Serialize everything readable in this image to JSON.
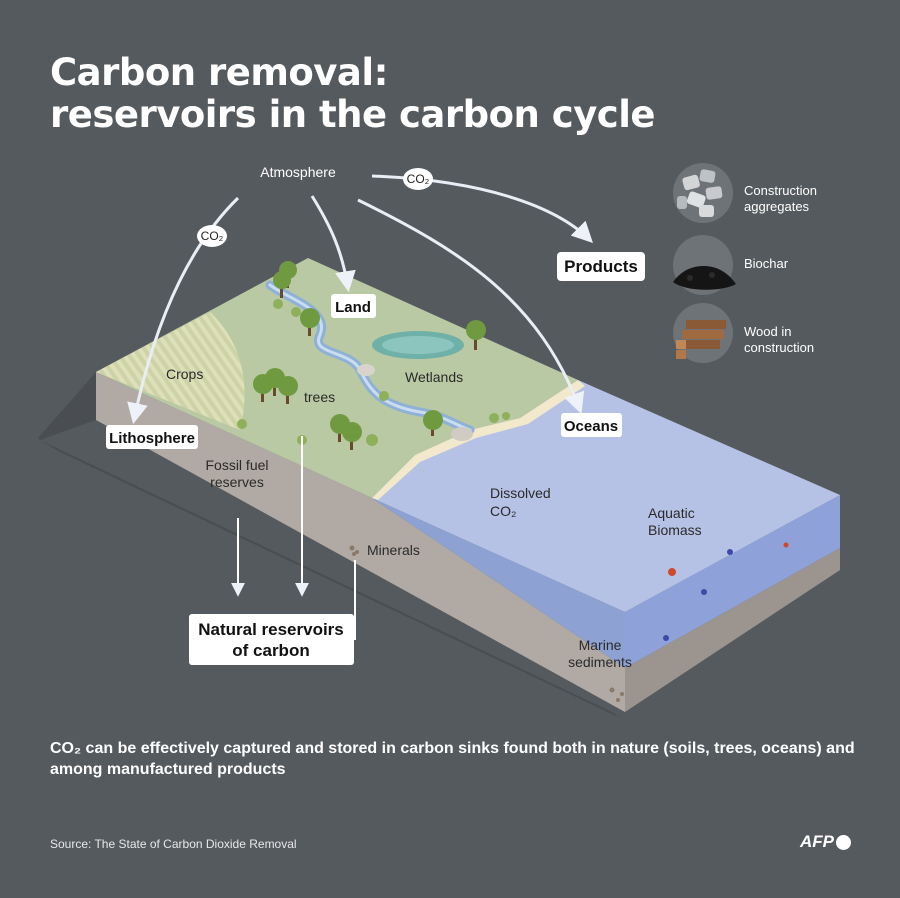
{
  "title": {
    "line1": "Carbon removal:",
    "line2": "reservoirs in the carbon cycle"
  },
  "labels": {
    "atmosphere": "Atmosphere",
    "co2_left": "CO₂",
    "co2_top": "CO₂",
    "products": "Products",
    "land": "Land",
    "crops": "Crops",
    "trees": "trees",
    "wetlands": "Wetlands",
    "lithosphere": "Lithosphere",
    "oceans": "Oceans",
    "fossil_line1": "Fossil fuel",
    "fossil_line2": "reserves",
    "minerals": "Minerals",
    "dissolved_line1": "Dissolved",
    "dissolved_line2": "CO₂",
    "aquatic_line1": "Aquatic",
    "aquatic_line2": "Biomass",
    "marine_line1": "Marine",
    "marine_line2": "sediments",
    "natural_line1": "Natural reservoirs",
    "natural_line2": "of carbon"
  },
  "legend": [
    {
      "icon": "construction-aggregates-icon",
      "line1": "Construction",
      "line2": "aggregates"
    },
    {
      "icon": "biochar-icon",
      "line1": "Biochar",
      "line2": ""
    },
    {
      "icon": "wood-in-construction-icon",
      "line1": "Wood in",
      "line2": "construction"
    }
  ],
  "caption": "CO₂ can be effectively captured and stored in carbon sinks found both in nature (soils, trees, oceans) and among manufactured products",
  "source": "Source: The State of Carbon Dioxide Removal",
  "brand": "AFP",
  "colors": {
    "background": "#555a5e",
    "land": "#b9c9a3",
    "ocean": "#bcc8ec",
    "soil": "#b1aaa4",
    "arrow": "#e9eef6"
  }
}
